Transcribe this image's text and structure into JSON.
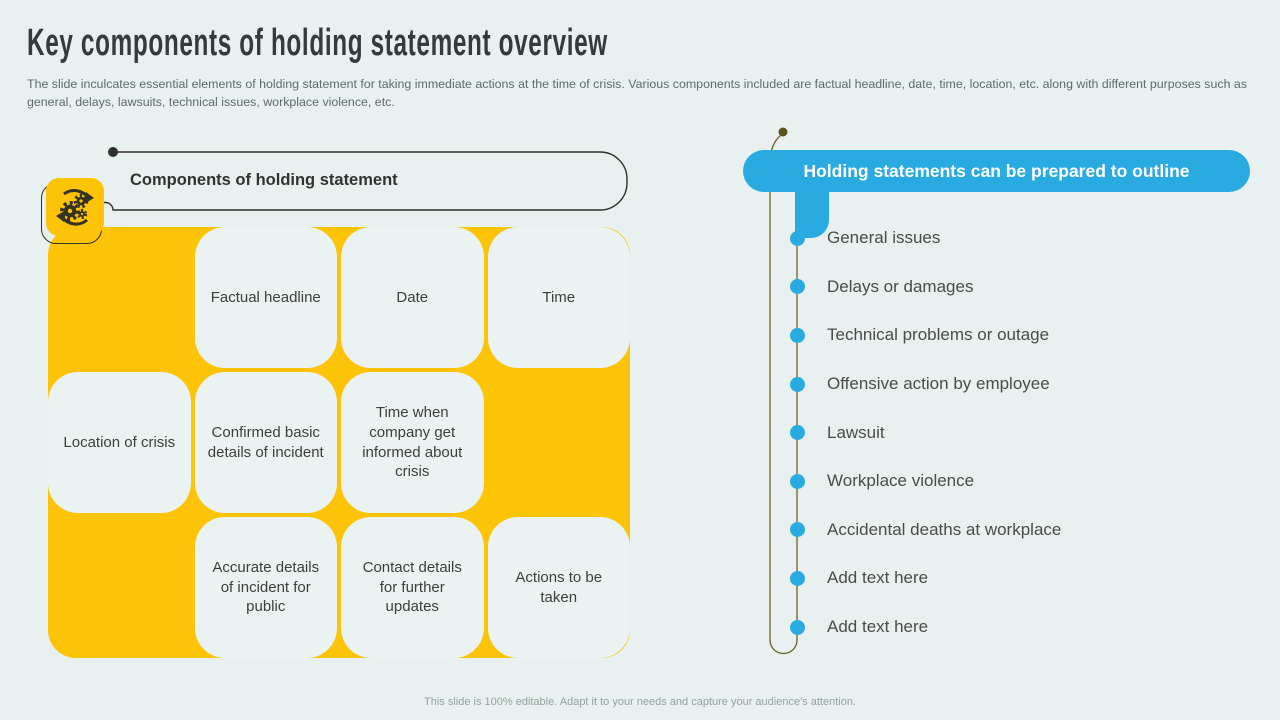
{
  "slide": {
    "title": "Key components of holding statement overview",
    "subtitle": "The slide inculcates essential elements of holding statement for taking immediate actions at the time of crisis. Various components included are factual headline, date, time, location, etc.  along with different purposes such as general, delays, lawsuits, technical issues, workplace violence, etc.",
    "footer": "This slide is 100% editable. Adapt it to your needs and capture your audience's attention."
  },
  "left_panel": {
    "header": "Components of holding statement",
    "icon": "process-gears-icon",
    "grid": {
      "rows": 3,
      "cols": 4,
      "cells": [
        null,
        "Factual headline",
        "Date",
        "Time",
        "Location of crisis",
        "Confirmed basic details of incident",
        "Time when company get informed about crisis",
        null,
        null,
        "Accurate details of incident for public",
        "Contact details for further updates",
        "Actions to be taken"
      ]
    }
  },
  "right_panel": {
    "header": "Holding statements can be prepared to outline",
    "items": [
      "General issues",
      "Delays or damages",
      "Technical problems or outage",
      "Offensive action by employee",
      "Lawsuit",
      "Workplace violence",
      "Accidental deaths at workplace",
      "Add text here",
      "Add text here"
    ]
  },
  "colors": {
    "background": "#E8F1EF",
    "accent_yellow": "#FDC306",
    "accent_blue": "#29ABE2",
    "cell_background": "#EAF3F1",
    "connector_olive": "#6E6124",
    "outline_dark": "#2F2F2F",
    "text_dark": "#3E3E3E",
    "text_gray": "#5C6C6C"
  }
}
